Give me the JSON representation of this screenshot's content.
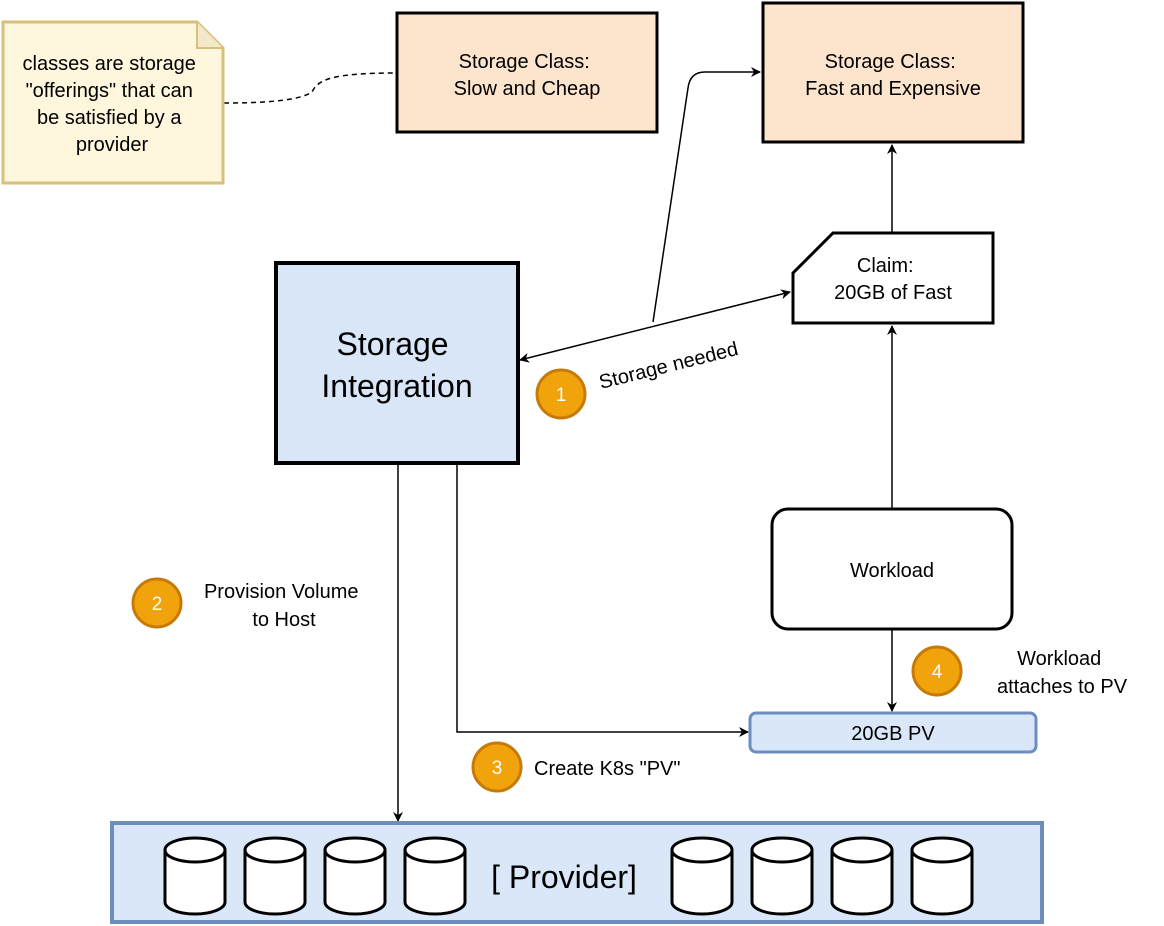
{
  "note": {
    "lines": [
      "classes are storage",
      "\"offerings\" that can",
      "be satisfied by a",
      "provider"
    ]
  },
  "storage_class_slow": {
    "lines": [
      "Storage Class:",
      "Slow and Cheap"
    ]
  },
  "storage_class_fast": {
    "lines": [
      "Storage Class:",
      "Fast and Expensive"
    ]
  },
  "claim": {
    "lines": [
      "Claim:",
      "20GB of Fast"
    ]
  },
  "storage_integration": {
    "lines": [
      "Storage",
      "Integration"
    ]
  },
  "workload": {
    "label": "Workload"
  },
  "pv": {
    "label": "20GB PV"
  },
  "provider": {
    "label": "[ Provider]",
    "disk_count_left": 4,
    "disk_count_right": 4
  },
  "steps": [
    {
      "number": "1",
      "lines": [
        "Storage needed"
      ]
    },
    {
      "number": "2",
      "lines": [
        "Provision Volume",
        "to Host"
      ]
    },
    {
      "number": "3",
      "lines": [
        "Create K8s \"PV\""
      ]
    },
    {
      "number": "4",
      "lines": [
        "Workload",
        "attaches to PV"
      ]
    }
  ],
  "colors": {
    "note_fill": "#fff7dd",
    "note_stroke": "#d6c07a",
    "class_fill": "#fde5cd",
    "integration_fill": "#d8e6f7",
    "pv_fill": "#d9e7f8",
    "pv_stroke": "#6c8ebf",
    "badge_fill": "#f0a30a",
    "badge_stroke": "#c77a08"
  }
}
